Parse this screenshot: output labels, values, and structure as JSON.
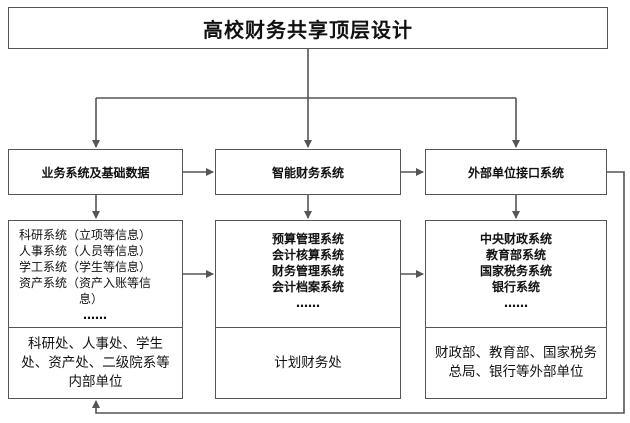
{
  "title": "高校财务共享顶层设计",
  "columns": [
    {
      "heading": "业务系统及基础数据",
      "items": [
        "科研系统（立项等信息）",
        "人事系统（人员等信息）",
        "学工系统（学生等信息）",
        "资产系统（资产入账等信",
        "息）",
        "……"
      ],
      "units": "科研处、人事处、学生处、资产处、二级院系等内部单位"
    },
    {
      "heading": "智能财务系统",
      "items": [
        "预算管理系统",
        "会计核算系统",
        "财务管理系统",
        "会计档案系统",
        "……"
      ],
      "units": "计划财务处"
    },
    {
      "heading": "外部单位接口系统",
      "items": [
        "中央财政系统",
        "教育部系统",
        "国家税务系统",
        "银行系统",
        "……"
      ],
      "units": "财政部、教育部、国家税务总局、银行等外部单位"
    }
  ]
}
